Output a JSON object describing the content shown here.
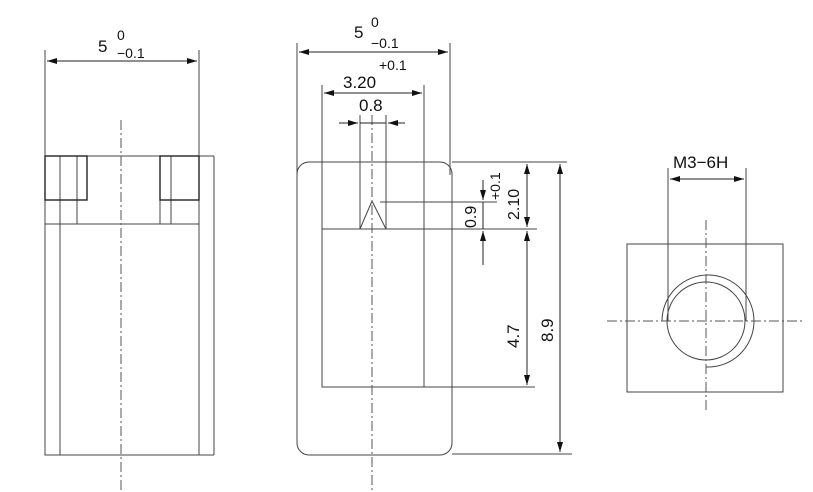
{
  "left_view": {
    "width_nominal": "5",
    "width_upper_tol": "0",
    "width_lower_tol": "−0.1"
  },
  "front_view": {
    "width_nominal": "5",
    "width_upper_tol": "0",
    "width_lower_tol": "−0.1",
    "slot_width": "3.20",
    "slot_width_tol": "+0.1",
    "notch_width": "0.8",
    "notch_depth": "0.9",
    "slot_depth": "2.10",
    "slot_depth_tol": "+0.1",
    "body_length": "4.7",
    "total_height": "8.9"
  },
  "end_view": {
    "thread_label": "M3−6H"
  }
}
